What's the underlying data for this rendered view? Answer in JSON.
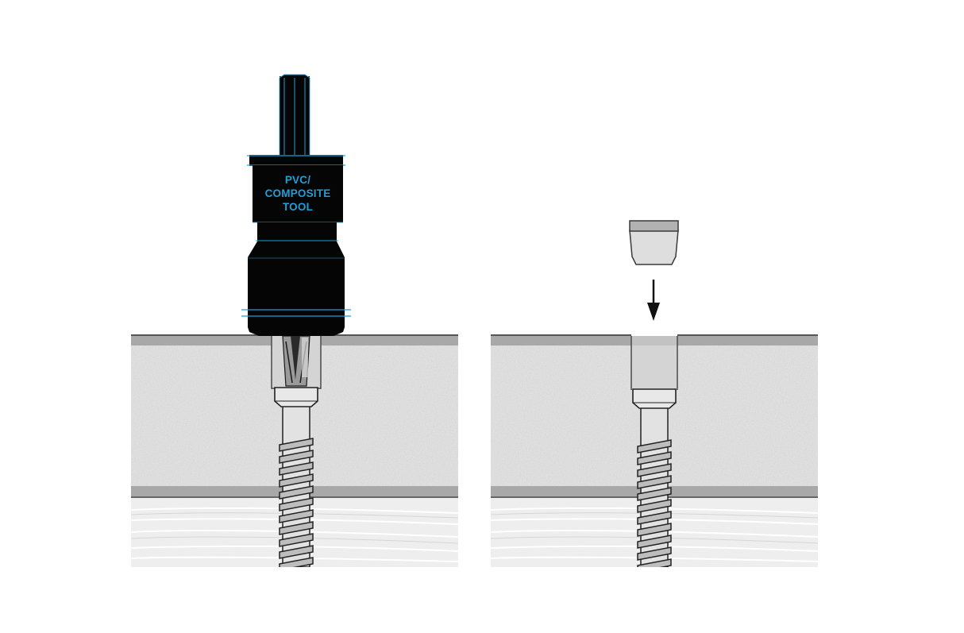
{
  "tool": {
    "label_lines": [
      "PVC/",
      "COMPOSITE",
      "TOOL"
    ]
  },
  "colors": {
    "accent_blue": "#1e9fd6",
    "board_fill": "#e0e0e0",
    "board_edge": "#a8a8a8",
    "joist_fill": "#eeeeee",
    "tool_body": "#050505"
  },
  "panels": [
    {
      "name": "drive-screw-with-tool"
    },
    {
      "name": "insert-plug"
    }
  ]
}
